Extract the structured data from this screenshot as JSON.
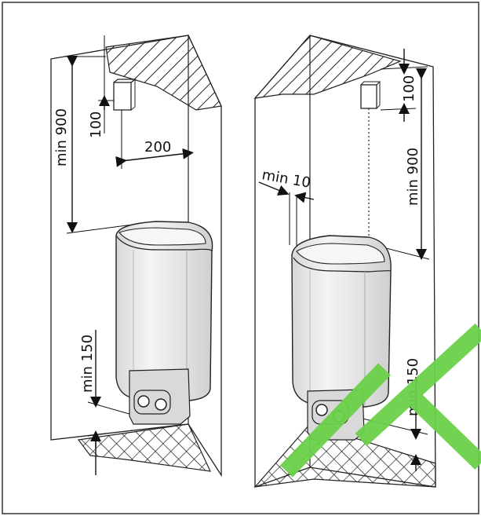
{
  "left_figure": {
    "dim_height": "min 900",
    "dim_thermostat": "100",
    "dim_side": "200",
    "dim_floor": "min 150"
  },
  "right_figure": {
    "dim_thermostat": "100",
    "dim_height": "min 900",
    "dim_wall": "min 10",
    "dim_floor": "min 150"
  },
  "colors": {
    "line": "#222222",
    "heater_body": "#e6e6e6",
    "watermark": "#6bd14a"
  }
}
